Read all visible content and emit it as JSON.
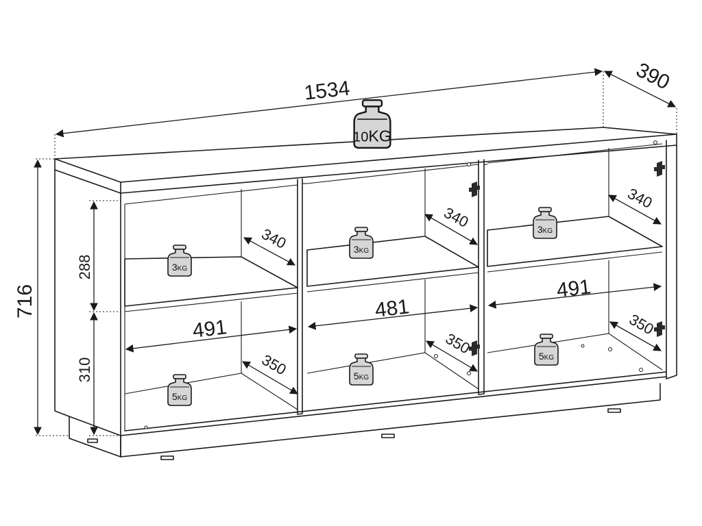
{
  "dimensions": {
    "total_width": "1534",
    "depth": "390",
    "total_height": "716",
    "upper_compartment_height": "288",
    "lower_compartment_height": "310",
    "compartment_width_left": "491",
    "compartment_width_middle": "481",
    "compartment_width_right": "491",
    "upper_depth_left": "340",
    "upper_depth_middle": "340",
    "upper_depth_right": "340",
    "lower_depth_left": "350",
    "lower_depth_middle": "350",
    "lower_depth_right": "350"
  },
  "load_limits": {
    "top": {
      "value": "10",
      "unit": "KG"
    },
    "upper_left": {
      "value": "3",
      "unit": "KG"
    },
    "upper_middle": {
      "value": "3",
      "unit": "KG"
    },
    "upper_right": {
      "value": "3",
      "unit": "KG"
    },
    "lower_left": {
      "value": "5",
      "unit": "KG"
    },
    "lower_middle": {
      "value": "5",
      "unit": "KG"
    },
    "lower_right": {
      "value": "5",
      "unit": "KG"
    }
  },
  "weight_icon": "weight-icon",
  "hinge_icon": "hinge-icon"
}
